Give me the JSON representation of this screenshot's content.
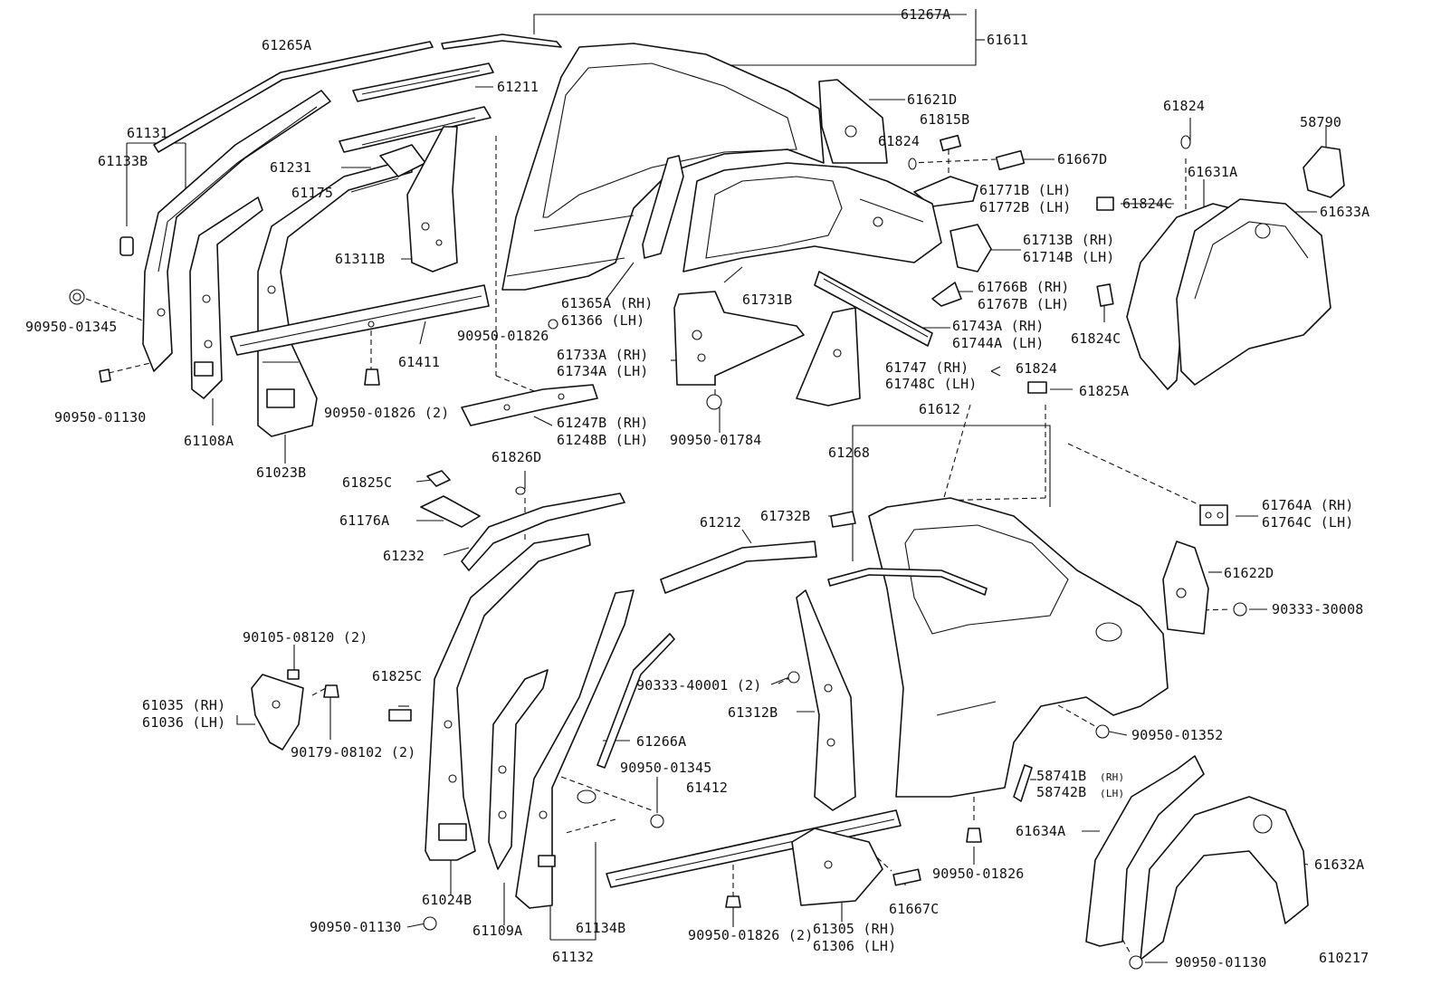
{
  "diagram": {
    "ref_number": "610217",
    "labels": {
      "p61267A": "61267A",
      "p61611": "61611",
      "p61265A": "61265A",
      "p61211": "61211",
      "p61621D": "61621D",
      "p61815B": "61815B",
      "p61824_top": "61824",
      "p61824_mid": "61824",
      "p58790": "58790",
      "p61131": "61131",
      "p61133B": "61133B",
      "p61231": "61231",
      "p61175": "61175",
      "p61667D": "61667D",
      "p61771B": "61771B (LH)",
      "p61772B": "61772B (LH)",
      "p61824C_a": "61824C",
      "p61631A": "61631A",
      "p61633A": "61633A",
      "p61311B": "61311B",
      "p61713B": "61713B (RH)",
      "p61714B": "61714B (LH)",
      "p61365A": "61365A (RH)",
      "p61366": "61366  (LH)",
      "p61731B": "61731B",
      "p61766B": "61766B (RH)",
      "p61767B": "61767B (LH)",
      "p61824C_b": "61824C",
      "p90950_01345_a": "90950-01345",
      "p90950_01826_a": "90950-01826",
      "p61743A": "61743A (RH)",
      "p61744A": "61744A (LH)",
      "p61411": "61411",
      "p61733A": "61733A (RH)",
      "p61734A": "61734A (LH)",
      "p61747": "61747  (RH)",
      "p61748C": "61748C (LH)",
      "p61824_right": "61824",
      "p61825A": "61825A",
      "p90950_01130_a": "90950-01130",
      "p90950_01826_b": "90950-01826 (2)",
      "p61247B": "61247B (RH)",
      "p61248B": "61248B (LH)",
      "p61612": "61612",
      "p61108A": "61108A",
      "p90950_01784": "90950-01784",
      "p61023B": "61023B",
      "p61826D": "61826D",
      "p61268": "61268",
      "p61825C_a": "61825C",
      "p61764A": "61764A (RH)",
      "p61764C": "61764C (LH)",
      "p61212": "61212",
      "p61732B": "61732B",
      "p61176A": "61176A",
      "p61232": "61232",
      "p61622D": "61622D",
      "p90333_30008": "90333-30008",
      "p90105_08120": "90105-08120 (2)",
      "p61825C_b": "61825C",
      "p61035": "61035 (RH)",
      "p61036": "61036 (LH)",
      "p90333_40001": "90333-40001 (2)",
      "p61312B": "61312B",
      "p90179_08102": "90179-08102 (2)",
      "p61266A": "61266A",
      "p90950_01352": "90950-01352",
      "p90950_01345_b": "90950-01345",
      "p61412": "61412",
      "p58741B": "58741B",
      "p58742B": "58742B",
      "p58741B_suffix": "(RH)",
      "p58742B_suffix": "(LH)",
      "p61634A": "61634A",
      "p61632A": "61632A",
      "p61024B": "61024B",
      "p90950_01826_c": "90950-01826",
      "p61667C": "61667C",
      "p90950_01130_b": "90950-01130",
      "p61109A": "61109A",
      "p61134B": "61134B",
      "p90950_01826_d": "90950-01826 (2)",
      "p61305": "61305 (RH)",
      "p61306": "61306 (LH)",
      "p61132": "61132",
      "p90950_01130_c": "90950-01130"
    }
  }
}
